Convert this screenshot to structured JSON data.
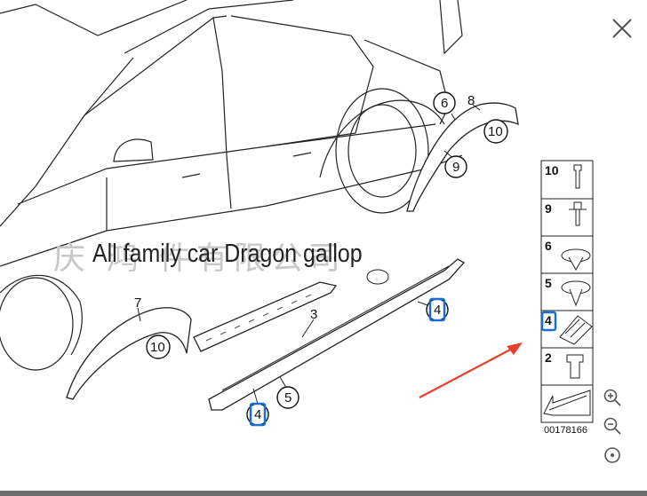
{
  "viewer": {
    "caption": "All family car Dragon gallop",
    "watermark": "庆 鸿  件有限公司",
    "drawing_id": "00178166"
  },
  "callouts": {
    "c3": "3",
    "c4a": "4",
    "c4b": "4",
    "c5": "5",
    "c6": "6",
    "c7": "7",
    "c8": "8",
    "c9": "9",
    "c10a": "10",
    "c10b": "10"
  },
  "legend": [
    "10",
    "9",
    "6",
    "5",
    "4",
    "2"
  ],
  "highlight_color": "#1a6fd6",
  "arrow_color": "#e8402f",
  "toolbar": {
    "zoom_in_icon": "zoom-in-icon",
    "zoom_out_icon": "zoom-out-icon",
    "reset_icon": "reset-view-icon",
    "close_icon": "close-icon"
  }
}
